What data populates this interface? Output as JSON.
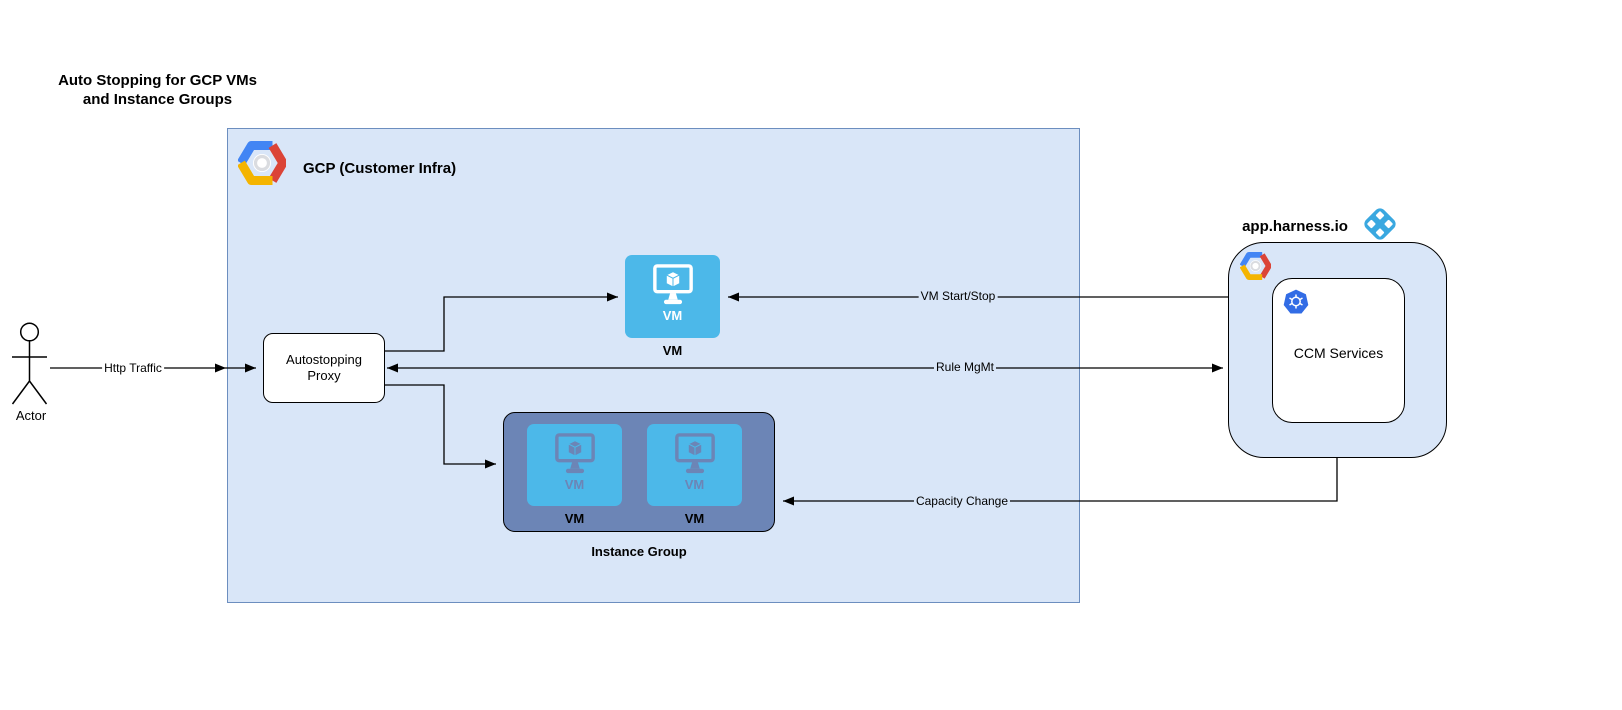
{
  "title": {
    "line1": "Auto Stopping for GCP VMs",
    "line2": "and Instance Groups"
  },
  "actor": {
    "label": "Actor"
  },
  "gcp": {
    "label": "GCP (Customer Infra)"
  },
  "proxy": {
    "line1": "Autostopping",
    "line2": "Proxy"
  },
  "vm": {
    "icon_text": "VM",
    "label": "VM"
  },
  "group": {
    "label": "Instance Group",
    "vms": [
      {
        "icon_text": "VM",
        "label": "VM"
      },
      {
        "icon_text": "VM",
        "label": "VM"
      }
    ]
  },
  "harness": {
    "domain": "app.harness.io",
    "ccm_label": "CCM Services"
  },
  "edges": {
    "http": "Http Traffic",
    "vm_start_stop": "VM Start/Stop",
    "rule_mgmt": "Rule MgMt",
    "capacity": "Capacity Change"
  },
  "colors": {
    "gcp_box_fill": "#d9e6f8",
    "gcp_box_border": "#6c8ebf",
    "vm_tile_blue": "#4cb8e9",
    "instance_group_fill": "#6c85b6",
    "harness_blue": "#3aa8e0",
    "kubernetes_blue": "#326ce5",
    "gcp_logo_blue": "#4285f4",
    "gcp_logo_red": "#db4437",
    "gcp_logo_yellow": "#f4b400",
    "connector_black": "#000000"
  }
}
